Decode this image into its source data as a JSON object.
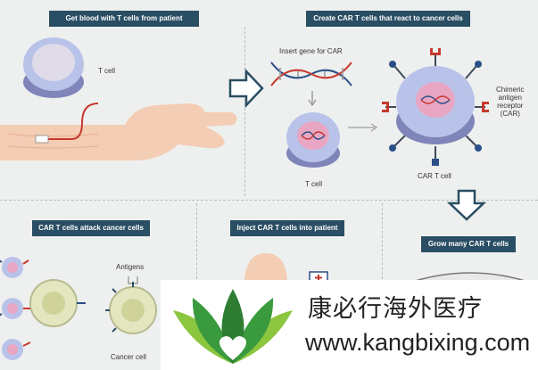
{
  "panels": {
    "get_blood": {
      "title": "Get blood with T cells from patient",
      "t_cell_label": "T cell"
    },
    "create_car": {
      "title": "Create CAR T cells that react to cancer cells",
      "insert_gene_label": "Insert gene for CAR",
      "t_cell_label": "T cell",
      "car_t_cell_label": "CAR T cell",
      "receptor_label": "Chimeric\nantigen\nreceptor\n(CAR)"
    },
    "attack": {
      "title": "CAR T cells attack cancer cells",
      "antigens_label": "Antigens",
      "cancer_cell_label": "Cancer cell"
    },
    "inject": {
      "title": "Inject CAR T cells into patient"
    },
    "grow": {
      "title": "Grow many CAR T cells"
    }
  },
  "watermark": {
    "title": "康必行海外医疗",
    "url": "www.kangbixing.com"
  },
  "colors": {
    "label_bg": "#2a4e63",
    "cell_blue": "#b9c3ea",
    "nucleus_pink": "#e8a6c3",
    "receptor_red": "#c6392e",
    "receptor_navy": "#2b4f86",
    "leaf_green": "#3a9a3e"
  }
}
